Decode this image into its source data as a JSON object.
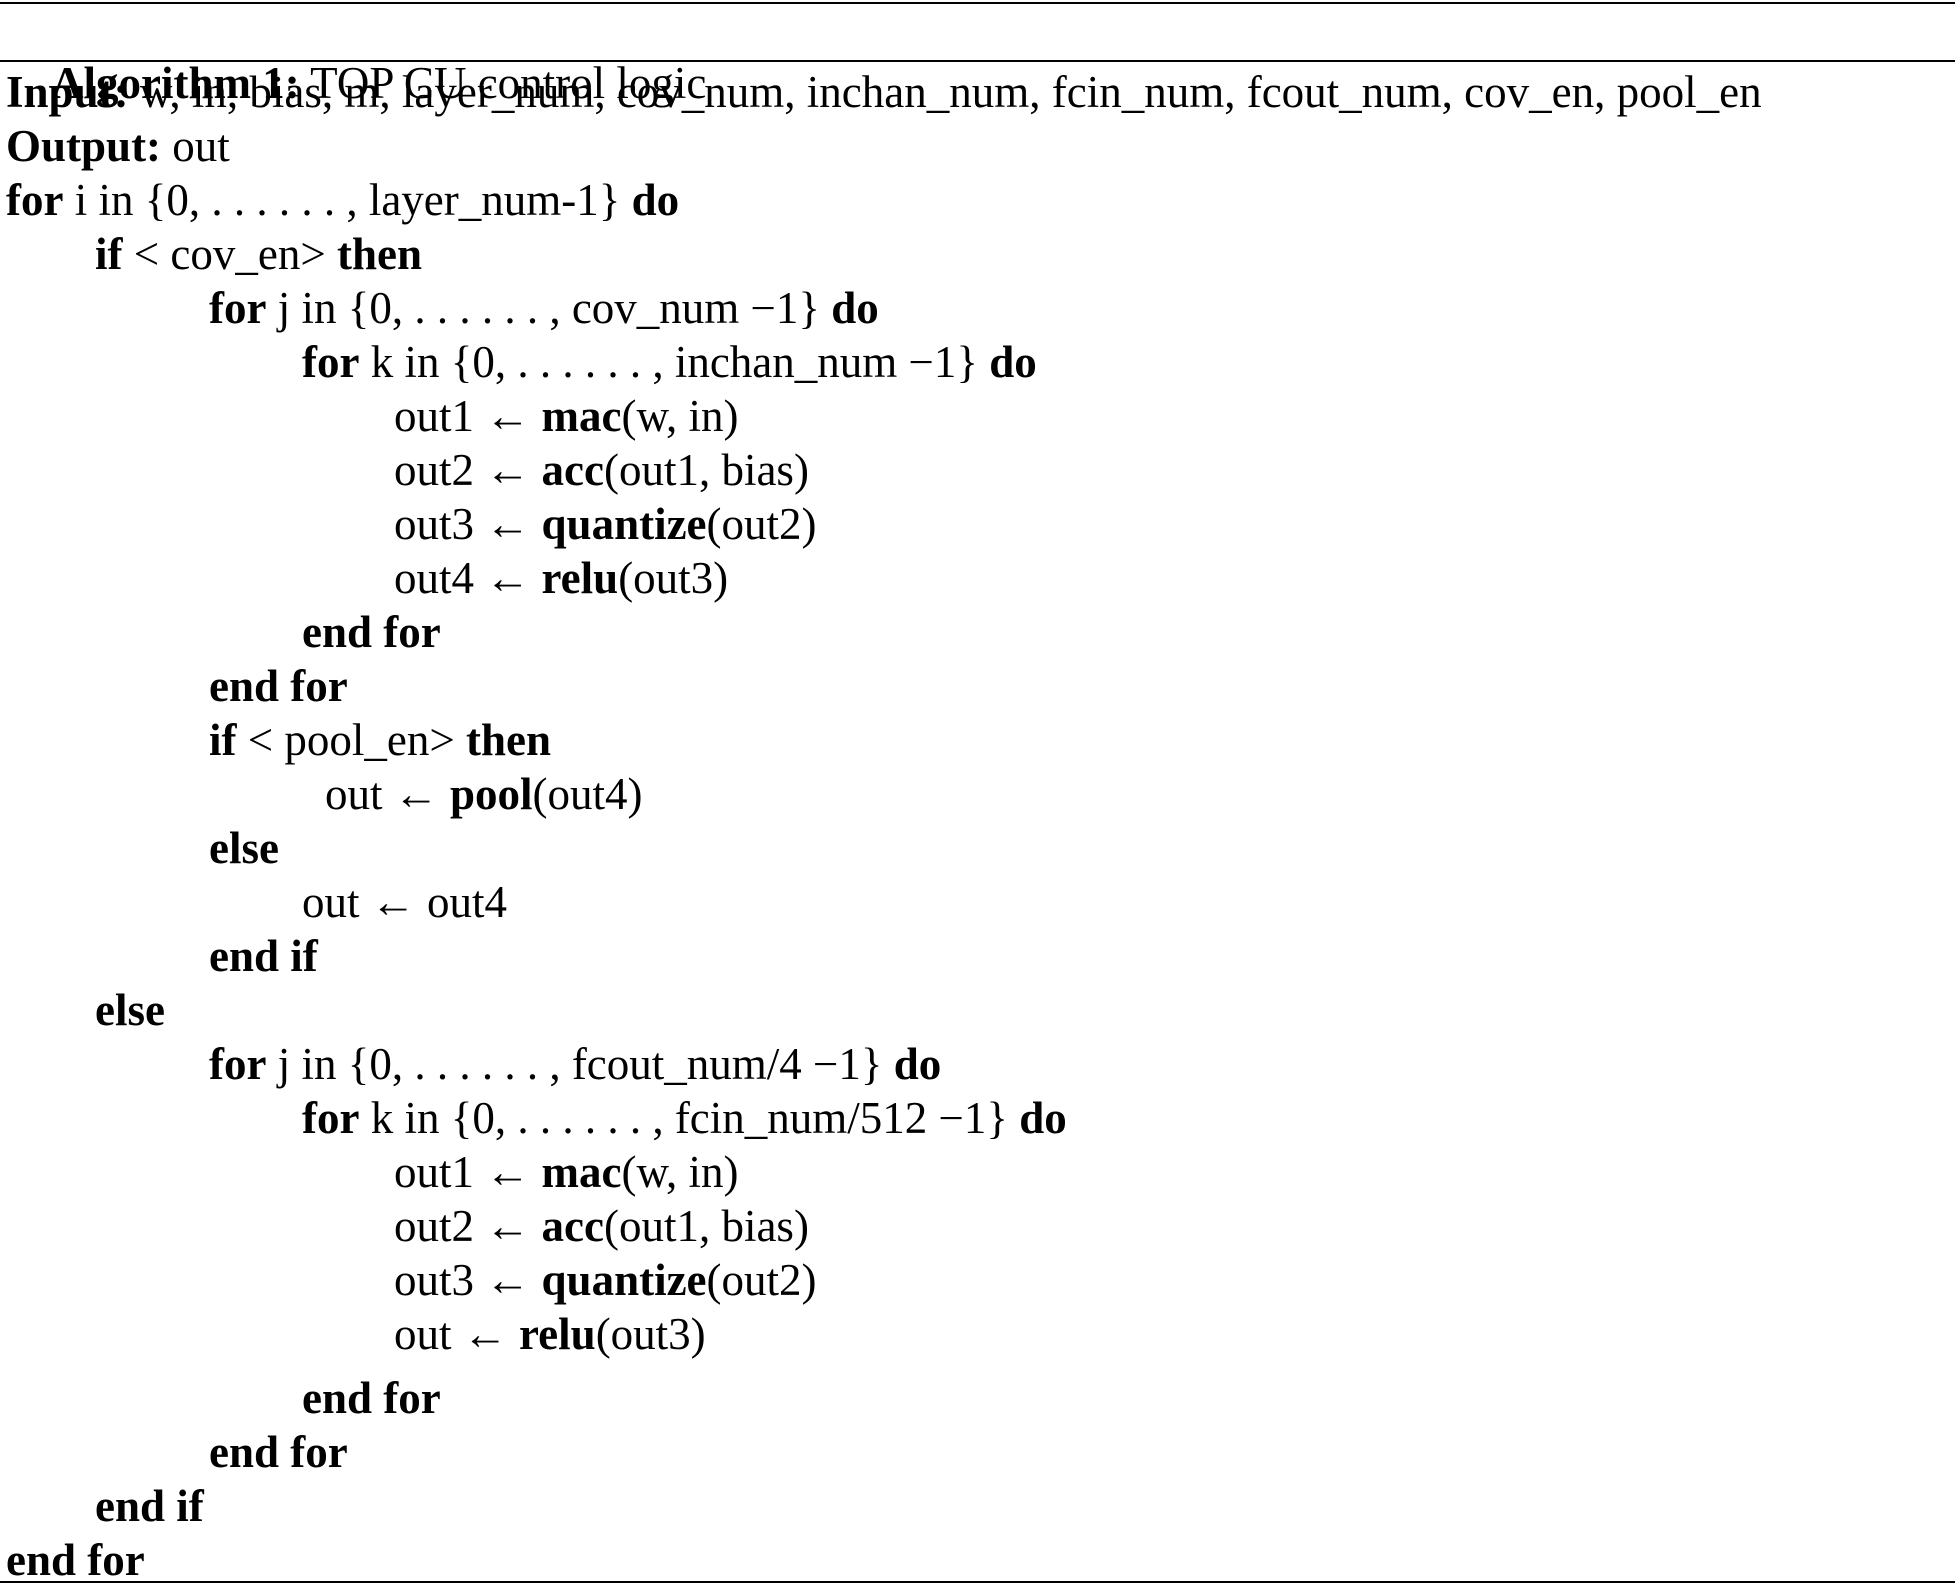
{
  "header": {
    "label": "Algorithm 1:",
    "title": "TOP CU control logic"
  },
  "lines": [
    {
      "pre": "",
      "kw": "Input:",
      "mid": " w, in, bias, m, layer_num, cov_num, inchan_num, fcin_num, fcout_num, cov_en, pool_en",
      "kw2": "",
      "post": ""
    },
    {
      "pre": "",
      "kw": "Output:",
      "mid": " out",
      "kw2": "",
      "post": ""
    },
    {
      "pre": "",
      "kw": "for",
      "mid": " i in {0, . . . . . . , layer_num-1} ",
      "kw2": "do",
      "post": ""
    },
    {
      "pre": "",
      "kw": "if",
      "mid": " < cov_en> ",
      "kw2": "then",
      "post": ""
    },
    {
      "pre": "",
      "kw": "for",
      "mid": " j in {0, . . . . . . , cov_num −1} ",
      "kw2": "do",
      "post": ""
    },
    {
      "pre": "",
      "kw": "for",
      "mid": " k in {0, . . . . . . , inchan_num −1} ",
      "kw2": "do",
      "post": ""
    },
    {
      "pre": "out1 ← ",
      "kw": "mac",
      "mid": "(w, in)",
      "kw2": "",
      "post": ""
    },
    {
      "pre": "out2 ← ",
      "kw": "acc",
      "mid": "(out1, bias)",
      "kw2": "",
      "post": ""
    },
    {
      "pre": "out3 ← ",
      "kw": "quantize",
      "mid": "(out2)",
      "kw2": "",
      "post": ""
    },
    {
      "pre": "out4 ← ",
      "kw": "relu",
      "mid": "(out3)",
      "kw2": "",
      "post": ""
    },
    {
      "pre": "",
      "kw": "end for",
      "mid": "",
      "kw2": "",
      "post": ""
    },
    {
      "pre": "",
      "kw": "end for",
      "mid": "",
      "kw2": "",
      "post": ""
    },
    {
      "pre": "",
      "kw": "if",
      "mid": " < pool_en> ",
      "kw2": "then",
      "post": ""
    },
    {
      "pre": "out ← ",
      "kw": "pool",
      "mid": "(out4)",
      "kw2": "",
      "post": ""
    },
    {
      "pre": "",
      "kw": "else",
      "mid": "",
      "kw2": "",
      "post": ""
    },
    {
      "pre": "out ← out4",
      "kw": "",
      "mid": "",
      "kw2": "",
      "post": ""
    },
    {
      "pre": "",
      "kw": "end if",
      "mid": "",
      "kw2": "",
      "post": ""
    },
    {
      "pre": "",
      "kw": "else",
      "mid": "",
      "kw2": "",
      "post": ""
    },
    {
      "pre": "",
      "kw": "for",
      "mid": " j in {0, . . . . . . , fcout_num/4 −1} ",
      "kw2": "do",
      "post": ""
    },
    {
      "pre": "",
      "kw": "for",
      "mid": " k in {0, . . . . . . , fcin_num/512 −1} ",
      "kw2": "do",
      "post": ""
    },
    {
      "pre": "out1 ← ",
      "kw": "mac",
      "mid": "(w, in)",
      "kw2": "",
      "post": ""
    },
    {
      "pre": "out2 ← ",
      "kw": "acc",
      "mid": "(out1, bias)",
      "kw2": "",
      "post": ""
    },
    {
      "pre": "out3 ← ",
      "kw": "quantize",
      "mid": "(out2)",
      "kw2": "",
      "post": ""
    },
    {
      "pre": "out ← ",
      "kw": "relu",
      "mid": "(out3)",
      "kw2": "",
      "post": ""
    },
    {
      "pre": "",
      "kw": "end for",
      "mid": "",
      "kw2": "",
      "post": ""
    },
    {
      "pre": "",
      "kw": "end for",
      "mid": "",
      "kw2": "",
      "post": ""
    },
    {
      "pre": "",
      "kw": "end if",
      "mid": "",
      "kw2": "",
      "post": ""
    },
    {
      "pre": "",
      "kw": "end for",
      "mid": "",
      "kw2": "",
      "post": ""
    }
  ]
}
